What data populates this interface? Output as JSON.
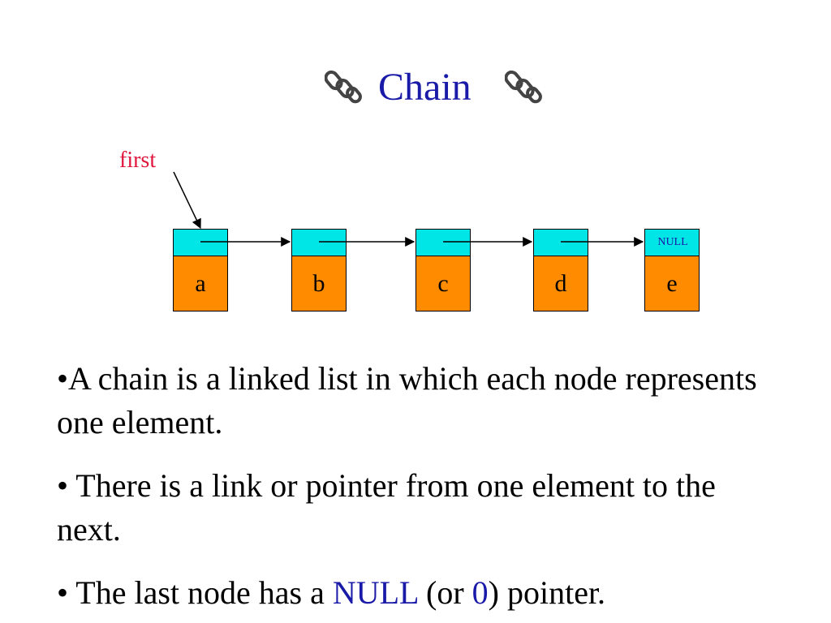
{
  "slide": {
    "title": "Chain",
    "icon_left": "chain-link-icon",
    "icon_right": "chain-link-icon",
    "title_color": "#1a1aa8"
  },
  "diagram": {
    "first_label": "first",
    "first_color": "#e0163c",
    "pointer_color": "#00e5e5",
    "value_color": "#ff8c00",
    "nodes": [
      {
        "value": "a",
        "pointer": ""
      },
      {
        "value": "b",
        "pointer": ""
      },
      {
        "value": "c",
        "pointer": ""
      },
      {
        "value": "d",
        "pointer": ""
      },
      {
        "value": "e",
        "pointer": "NULL"
      }
    ]
  },
  "bullets": {
    "b1": "•A chain is a linked list in which each node represents one element.",
    "b2": "• There is a link or pointer from one element to the next.",
    "b3_prefix": "• The last node has a ",
    "b3_null": "NULL",
    "b3_mid": " (or ",
    "b3_zero": "0",
    "b3_suffix": ") pointer."
  }
}
